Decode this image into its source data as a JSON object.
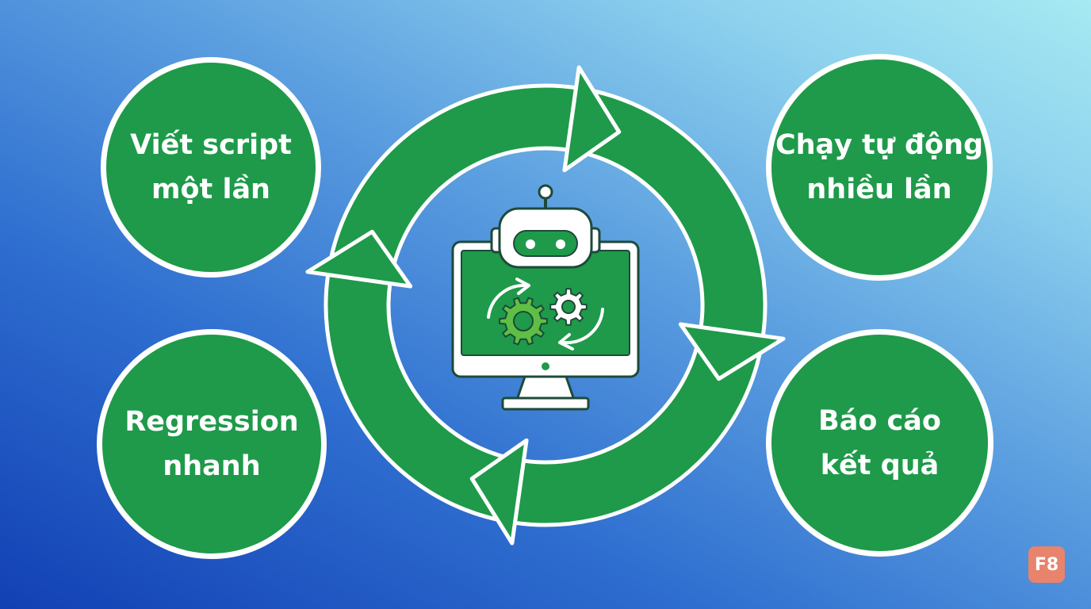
{
  "nodes": {
    "top_left": [
      "Viết script",
      "một lần"
    ],
    "top_right": [
      "Chạy tự động",
      "nhiều lần"
    ],
    "bottom_left": [
      "Regression",
      "nhanh"
    ],
    "bottom_right": [
      "Báo cáo",
      "kết quả"
    ]
  },
  "badge": "F8",
  "icons": {
    "center": "robot-computer-gears-icon",
    "cycle": "circular-arrows-icon"
  },
  "colors": {
    "node_fill": "#1e9a4a",
    "outline": "#ffffff",
    "gear_light": "#5fbf45",
    "badge": "#e8836c"
  }
}
